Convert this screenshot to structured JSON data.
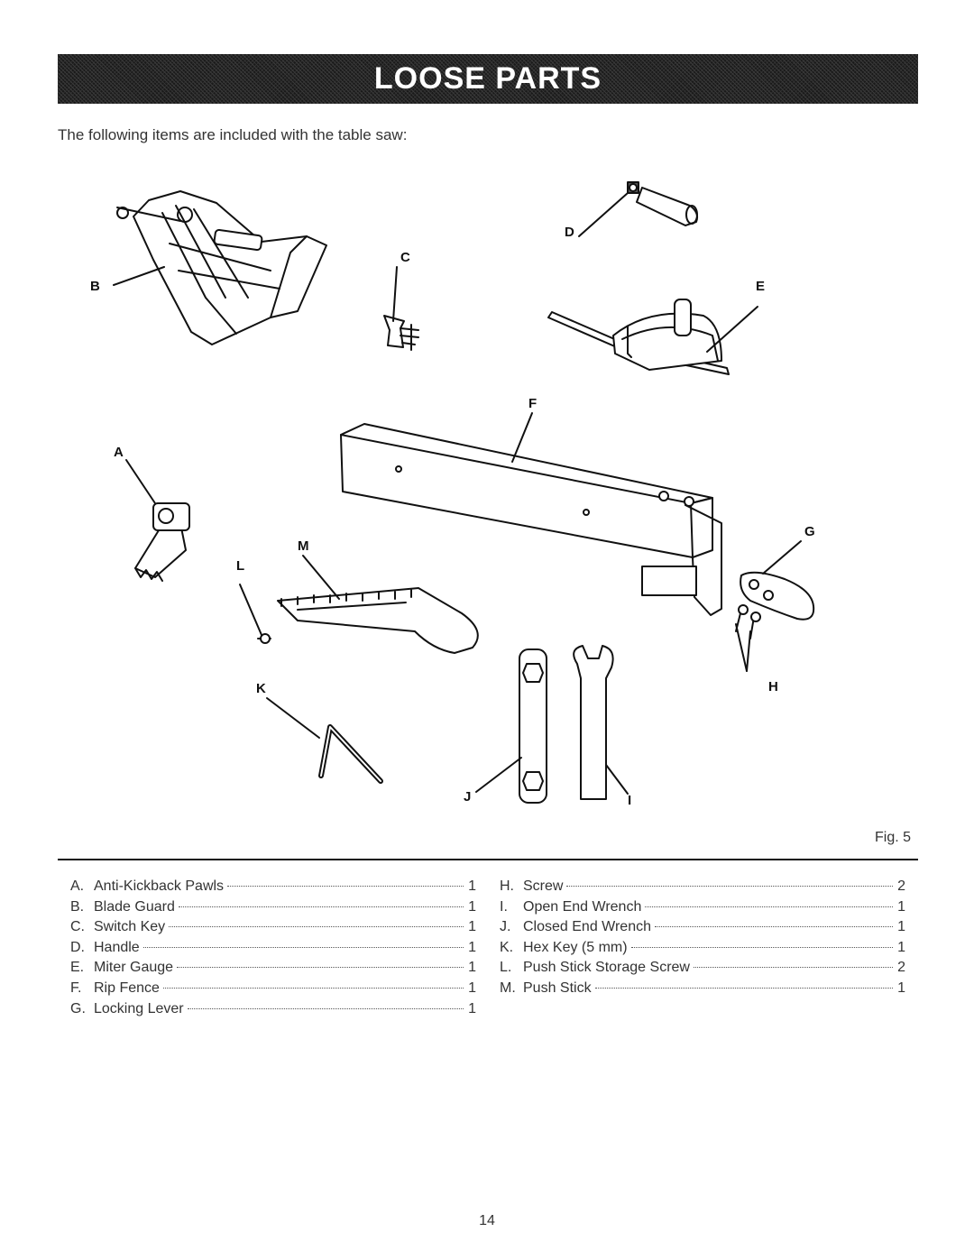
{
  "banner": {
    "title": "Loose Parts"
  },
  "intro": "The following items are included with the table saw:",
  "figure": {
    "callouts": {
      "A": "A",
      "B": "B",
      "C": "C",
      "D": "D",
      "E": "E",
      "F": "F",
      "G": "G",
      "H": "H",
      "I": "I",
      "J": "J",
      "K": "K",
      "L": "L",
      "M": "M"
    },
    "caption": "Fig. 5"
  },
  "parts_left": [
    {
      "letter": "A.",
      "name": "Anti-Kickback Pawls",
      "qty": "1"
    },
    {
      "letter": "B.",
      "name": "Blade Guard",
      "qty": "1"
    },
    {
      "letter": "C.",
      "name": "Switch Key",
      "qty": "1"
    },
    {
      "letter": "D.",
      "name": "Handle",
      "qty": "1"
    },
    {
      "letter": "E.",
      "name": "Miter Gauge",
      "qty": "1"
    },
    {
      "letter": "F.",
      "name": "Rip Fence",
      "qty": "1"
    },
    {
      "letter": "G.",
      "name": "Locking Lever",
      "qty": "1"
    }
  ],
  "parts_right": [
    {
      "letter": "H.",
      "name": "Screw",
      "qty": "2"
    },
    {
      "letter": "I.",
      "name": "Open End Wrench",
      "qty": "1"
    },
    {
      "letter": "J.",
      "name": "Closed End Wrench",
      "qty": "1"
    },
    {
      "letter": "K.",
      "name": "Hex Key (5 mm)",
      "qty": "1"
    },
    {
      "letter": "L.",
      "name": "Push Stick Storage Screw",
      "qty": "2"
    },
    {
      "letter": "M.",
      "name": "Push Stick",
      "qty": "1"
    }
  ],
  "page_number": "14"
}
